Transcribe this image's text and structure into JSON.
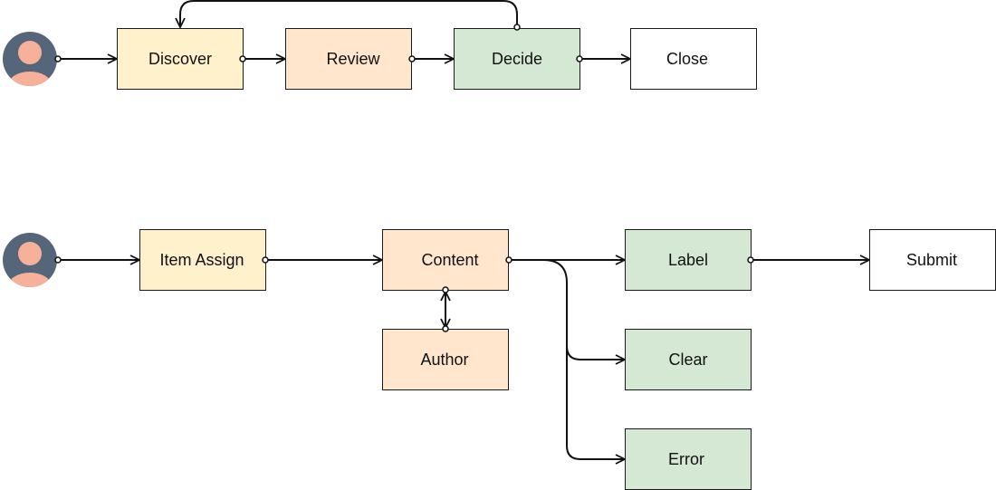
{
  "colors": {
    "yellow": "#fff1cc",
    "peach": "#ffe6cc",
    "green": "#d5e8d4",
    "white": "#ffffff",
    "avatar_body": "#56667a",
    "avatar_face": "#f7b09a"
  },
  "icons": {
    "actor": "user-avatar-icon"
  },
  "flows": [
    {
      "name": "flow-top",
      "nodes": [
        {
          "id": "discover",
          "label": "Discover",
          "color": "yellow"
        },
        {
          "id": "review",
          "label": "Review",
          "color": "peach"
        },
        {
          "id": "decide",
          "label": "Decide",
          "color": "green"
        },
        {
          "id": "close",
          "label": "Close",
          "color": "white"
        }
      ],
      "edges": [
        {
          "from": "actor",
          "to": "discover"
        },
        {
          "from": "discover",
          "to": "review"
        },
        {
          "from": "review",
          "to": "decide"
        },
        {
          "from": "decide",
          "to": "close"
        },
        {
          "from": "decide",
          "to": "discover",
          "style": "loop-back"
        }
      ]
    },
    {
      "name": "flow-bottom",
      "nodes": [
        {
          "id": "item-assign",
          "label": "Item Assign",
          "color": "yellow"
        },
        {
          "id": "content",
          "label": "Content",
          "color": "peach"
        },
        {
          "id": "author",
          "label": "Author",
          "color": "peach"
        },
        {
          "id": "label",
          "label": "Label",
          "color": "green"
        },
        {
          "id": "submit",
          "label": "Submit",
          "color": "white"
        },
        {
          "id": "clear",
          "label": "Clear",
          "color": "green"
        },
        {
          "id": "error",
          "label": "Error",
          "color": "green"
        }
      ],
      "edges": [
        {
          "from": "actor",
          "to": "item-assign"
        },
        {
          "from": "item-assign",
          "to": "content"
        },
        {
          "from": "content",
          "to": "author",
          "style": "bidirectional"
        },
        {
          "from": "content",
          "to": "label"
        },
        {
          "from": "content",
          "to": "clear"
        },
        {
          "from": "content",
          "to": "error"
        },
        {
          "from": "label",
          "to": "submit"
        }
      ]
    }
  ]
}
